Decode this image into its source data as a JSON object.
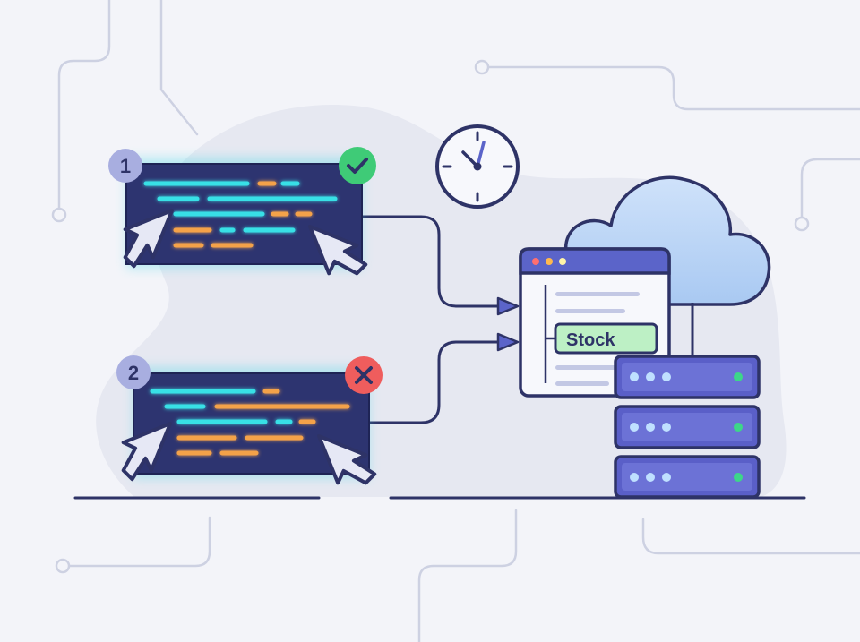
{
  "steps": [
    {
      "number": "1",
      "status": "success"
    },
    {
      "number": "2",
      "status": "failure"
    }
  ],
  "stock_field": {
    "label": "Stock"
  },
  "icons": {
    "clock": "clock-icon",
    "cloud": "cloud-icon",
    "server": "server-rack-icon",
    "success": "check-icon",
    "failure": "x-icon",
    "cursor": "mouse-cursor-icon"
  },
  "colors": {
    "background": "#f3f4f9",
    "blob": "#e6e8f1",
    "circuit_line": "#cdd1e2",
    "dark_outline": "#2e3367",
    "code_panel": "#2d3470",
    "code_cyan": "#39e0e6",
    "code_orange": "#f4a24a",
    "badge_number": "#a8aee0",
    "success": "#3fcb77",
    "failure": "#ef5d5d",
    "window_header": "#5b64c9",
    "stock_field": "#bdf0c5",
    "cloud": "#bcd6f6",
    "server": "#5a5fc8",
    "server_led": "#bfe0ff",
    "server_led_active": "#3dd689"
  }
}
